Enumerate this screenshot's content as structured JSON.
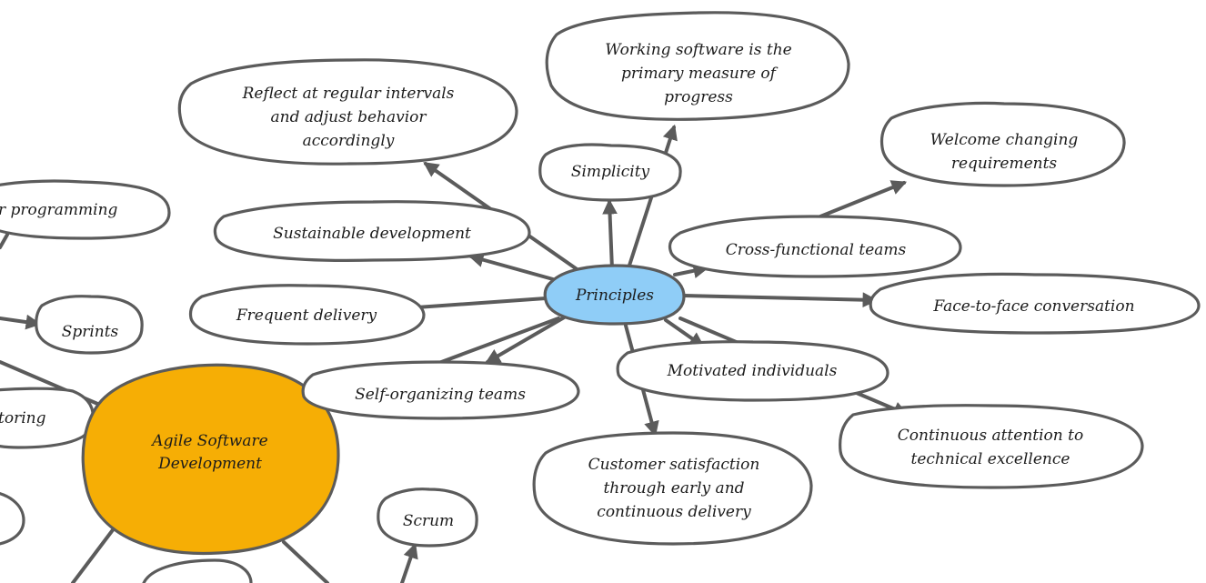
{
  "colors": {
    "stroke": "#5b5b5b",
    "node_fill": "#ffffff",
    "principles_fill": "#8fcdf7",
    "root_fill": "#f6ae05",
    "text": "#1c1c1c"
  },
  "nodes": {
    "principles": {
      "label": "Principles"
    },
    "working_software": {
      "lines": [
        "Working software is the",
        "primary measure of",
        "progress"
      ]
    },
    "reflect": {
      "lines": [
        "Reflect at regular intervals",
        "and adjust behavior",
        "accordingly"
      ]
    },
    "welcome_changing": {
      "lines": [
        "Welcome changing",
        "requirements"
      ]
    },
    "simplicity": {
      "label": "Simplicity"
    },
    "sustainable": {
      "label": "Sustainable development"
    },
    "cross_functional": {
      "label": "Cross-functional teams"
    },
    "frequent_delivery": {
      "label": "Frequent delivery"
    },
    "face_to_face": {
      "label": "Face-to-face conversation"
    },
    "self_organizing": {
      "label": "Self-organizing teams"
    },
    "motivated": {
      "label": "Motivated individuals"
    },
    "continuous_attention": {
      "lines": [
        "Continuous attention to",
        "technical excellence"
      ]
    },
    "customer_satisfaction": {
      "lines": [
        "Customer satisfaction",
        "through early and",
        "continuous delivery"
      ]
    },
    "pair_programming": {
      "label": "r programming"
    },
    "sprints": {
      "label": "Sprints"
    },
    "mentoring": {
      "label": "toring"
    },
    "agile_root": {
      "lines": [
        "Agile Software",
        "Development"
      ]
    },
    "scrum": {
      "label": "Scrum"
    }
  }
}
